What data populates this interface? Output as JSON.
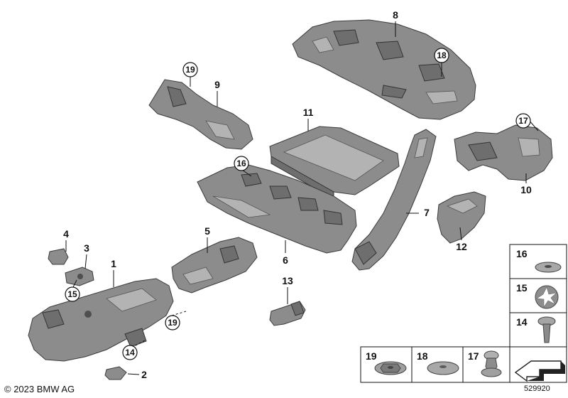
{
  "footer": {
    "copyright": "© 2023 BMW AG",
    "doc_number": "529920"
  },
  "callouts": {
    "c1": "1",
    "c2": "2",
    "c3": "3",
    "c4": "4",
    "c5": "5",
    "c6": "6",
    "c7": "7",
    "c8": "8",
    "c9": "9",
    "c10": "10",
    "c11": "11",
    "c12": "12",
    "c13": "13",
    "c14": "14",
    "c15": "15",
    "c16": "16",
    "c17": "17",
    "c18": "18",
    "c19": "19"
  },
  "legend": {
    "l16": "16",
    "l15": "15",
    "l14": "14",
    "l19": "19",
    "l18": "18",
    "l17": "17"
  }
}
